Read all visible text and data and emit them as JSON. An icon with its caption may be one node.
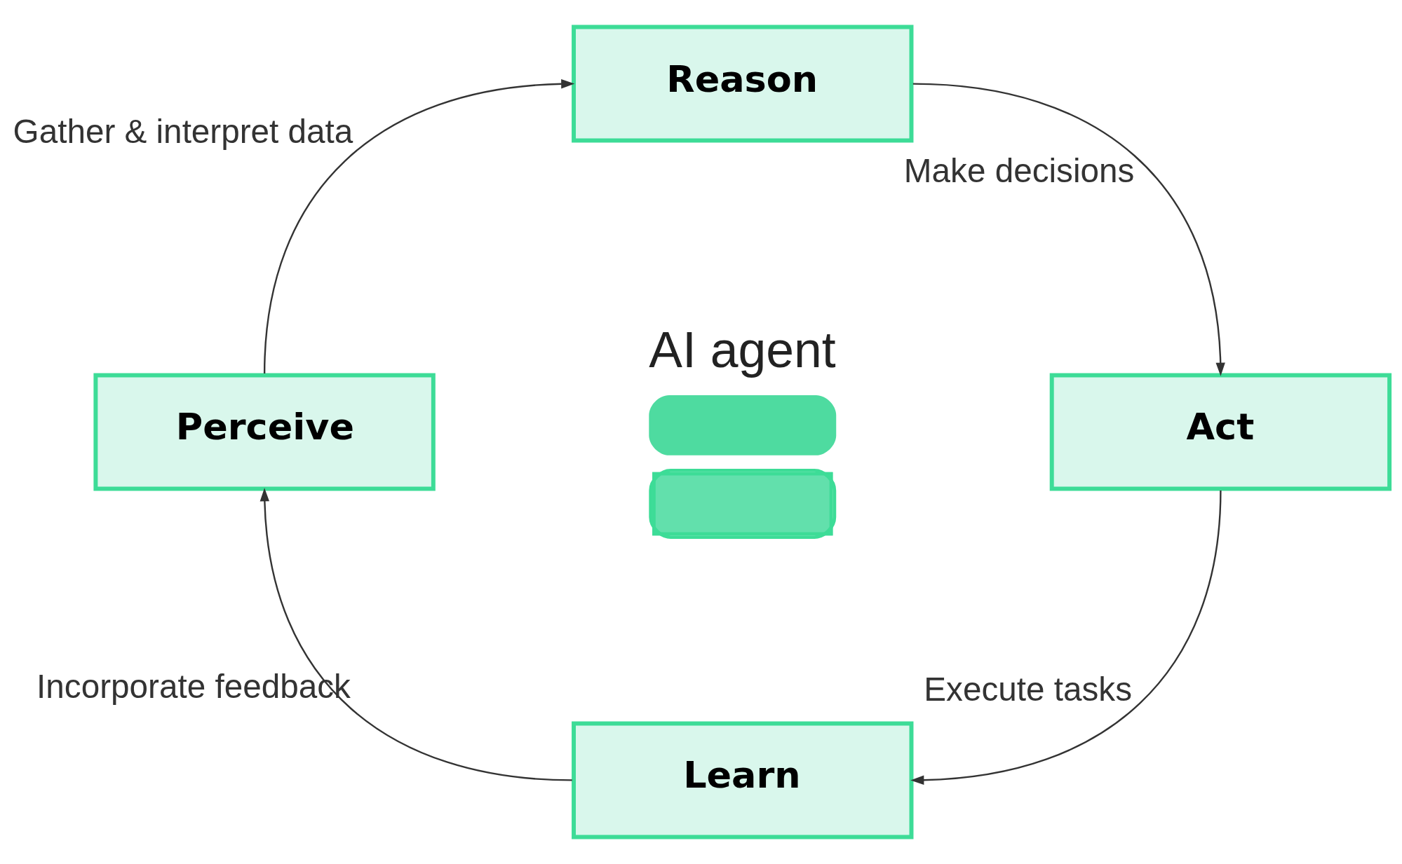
{
  "diagram": {
    "nodes": [
      {
        "text": [
          "Reason"
        ]
      },
      {
        "text": [
          "Perceive"
        ]
      },
      {
        "text": [
          "AI agent"
        ]
      },
      {
        "text": [
          "Act"
        ]
      },
      {
        "text": [
          "Learn"
        ]
      }
    ],
    "edges": [
      {
        "from": 1,
        "to": 0,
        "arrow": "to",
        "label": "Gather & interpret data"
      },
      {
        "from": 0,
        "to": 3,
        "arrow": "to",
        "label": "Make decisions"
      },
      {
        "from": 3,
        "to": 4,
        "arrow": "to",
        "label": "Execute tasks"
      },
      {
        "from": 4,
        "to": 1,
        "arrow": "to",
        "label": "Incorporate feedback"
      }
    ]
  }
}
